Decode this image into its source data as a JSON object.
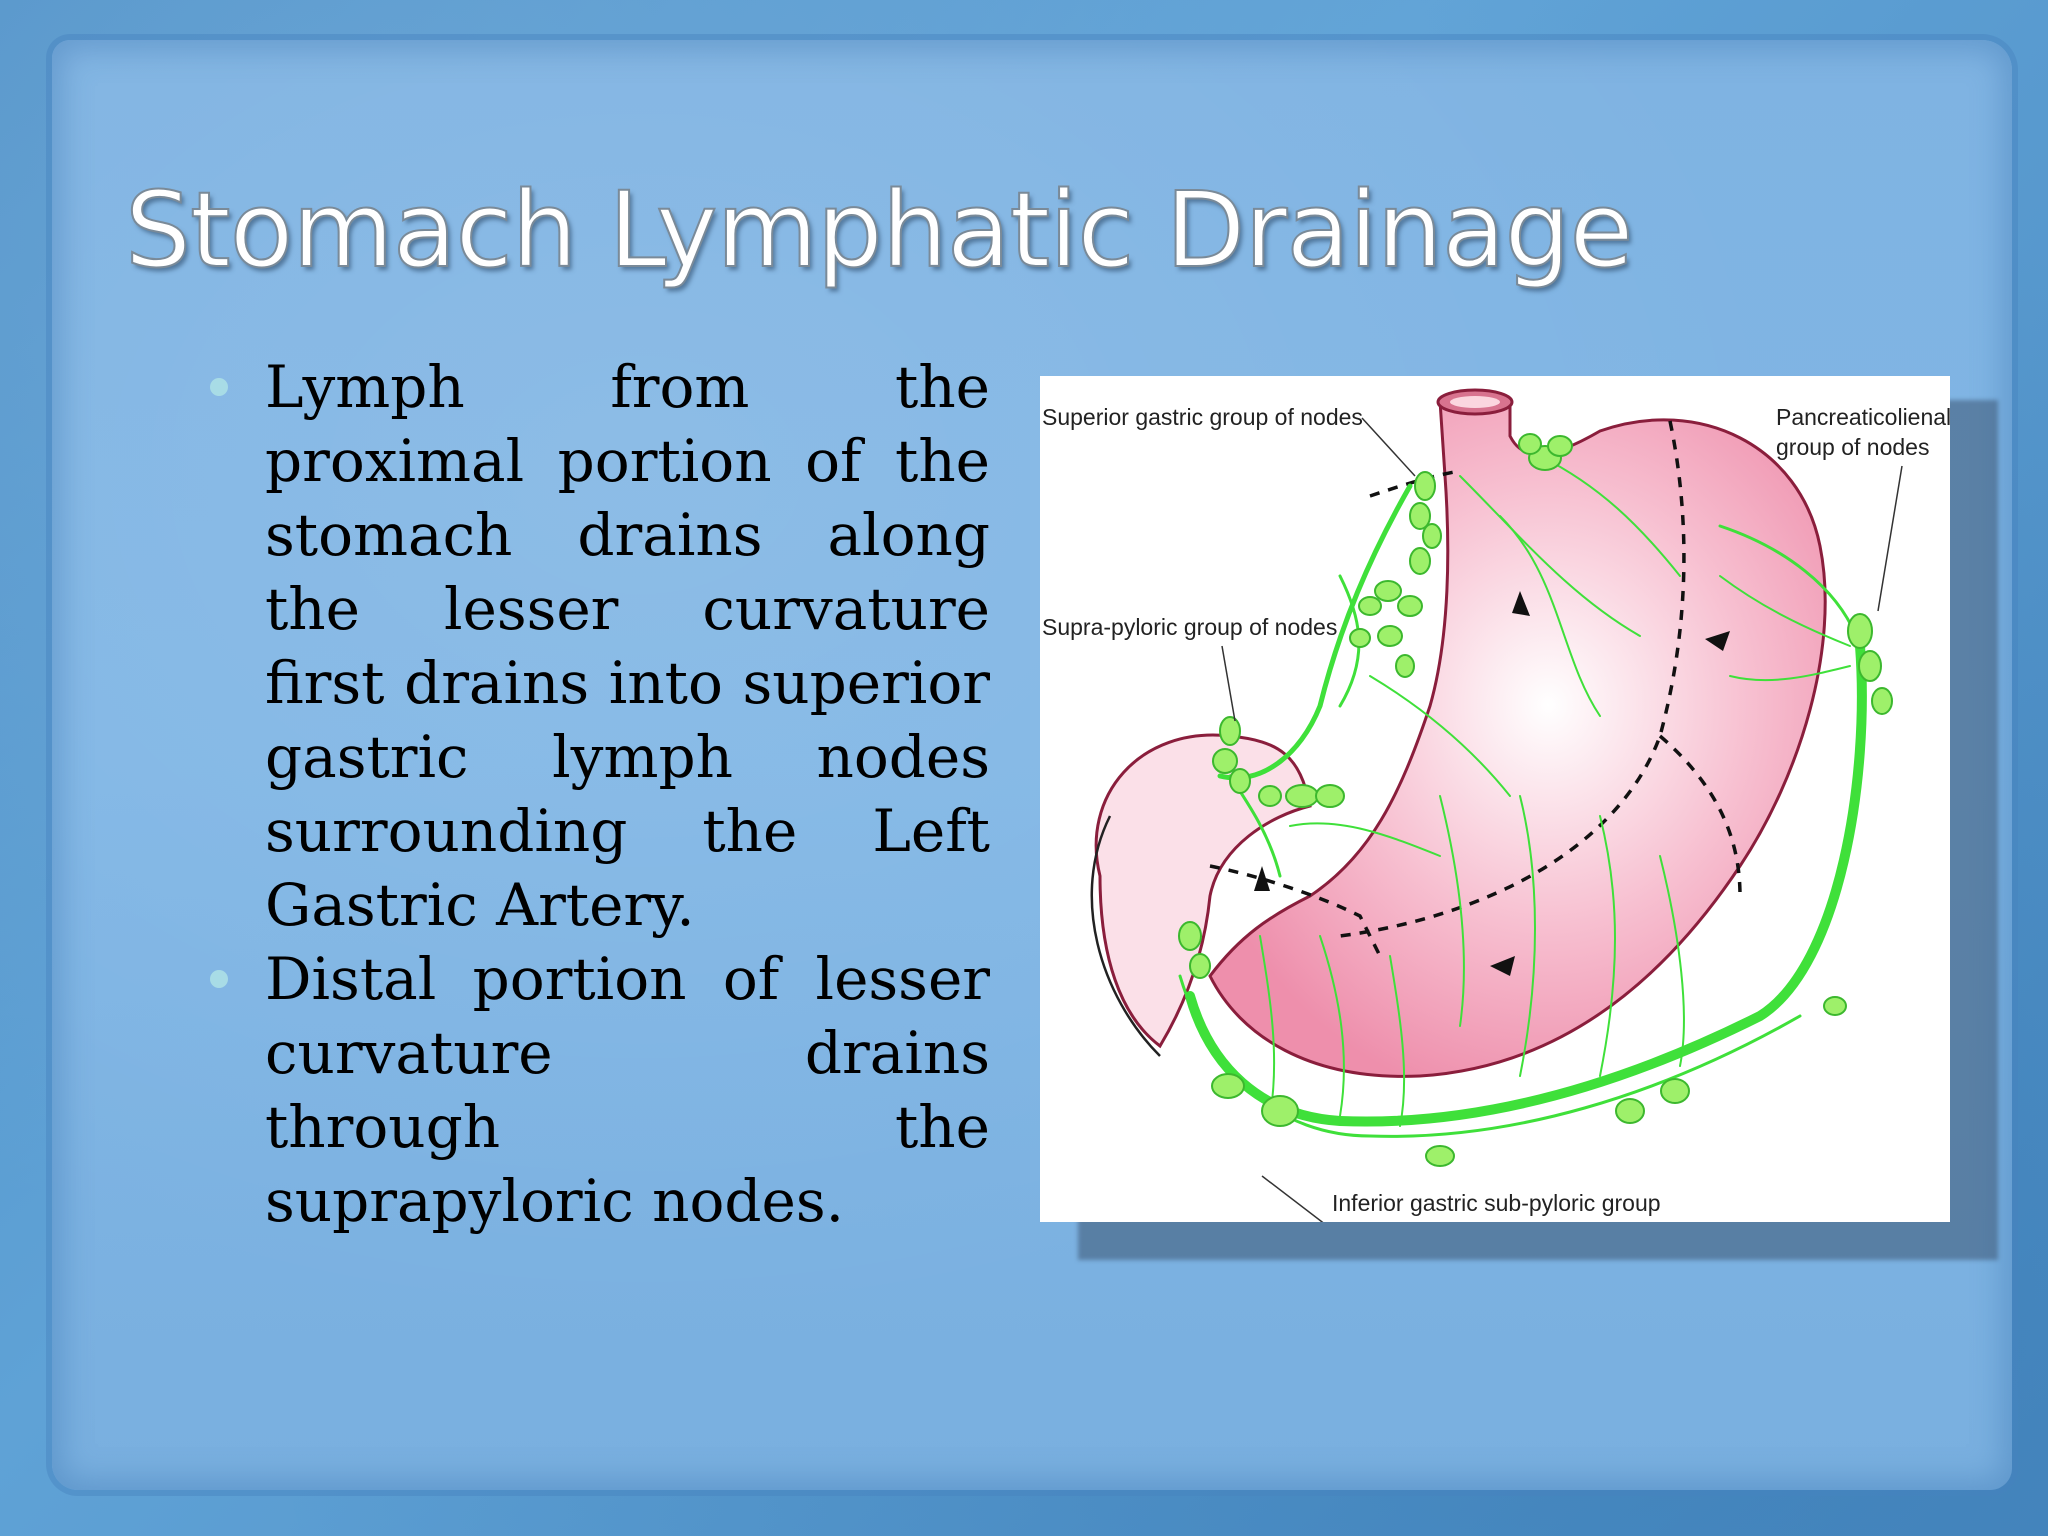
{
  "slide": {
    "title": "Stomach Lymphatic Drainage",
    "bullets": [
      "Lymph from the proximal portion of the stomach drains along the lesser curvature first drains into superior gastric lymph nodes surrounding the Left Gastric Artery.",
      "Distal portion of lesser curvature drains through the suprapyloric nodes."
    ]
  },
  "figure": {
    "labels": {
      "superior": "Superior gastric group of nodes",
      "pancreatico_line1": "Pancreaticolienal",
      "pancreatico_line2": "group of nodes",
      "suprapyloric": "Supra-pyloric group of nodes",
      "inferior": "Inferior gastric sub-pyloric group"
    },
    "colors": {
      "stomach": "#f4a6bd",
      "stomach_edge": "#8a1e3c",
      "lymph": "#3fe03a",
      "node": "#9ef06a"
    }
  }
}
